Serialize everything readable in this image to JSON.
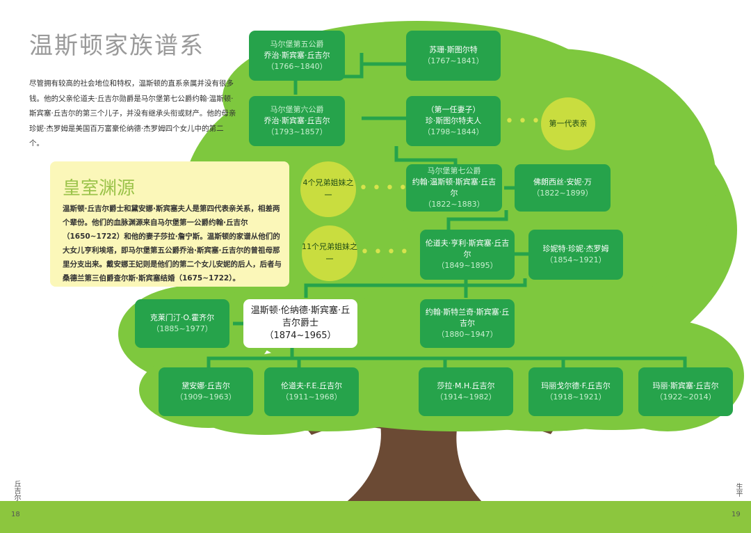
{
  "title": "温斯顿家族谱系",
  "intro": "尽管拥有较高的社会地位和特权，温斯顿的直系亲属并没有很多钱。他的父亲伦道夫·丘吉尔勋爵是马尔堡第七公爵约翰·温斯顿·斯宾塞·丘吉尔的第三个儿子，并没有继承头衔或财产。他的母亲珍妮·杰罗姆是美国百万富豪伦纳德·杰罗姆四个女儿中的第二个。",
  "royal": {
    "title": "皇室渊源",
    "body": "温斯顿·丘吉尔爵士和黛安娜·斯宾塞夫人是第四代表亲关系，相差两个辈份。他们的血脉渊源来自马尔堡第一公爵约翰·丘吉尔（1650~1722）和他的妻子莎拉·詹宁斯。温斯顿的家谱从他们的大女儿亨利埃塔，即马尔堡第五公爵乔治·斯宾塞·丘吉尔的曾祖母那里分支出来。戴安娜王妃则是他们的第二个女儿安妮的后人，后者与桑德兰第三伯爵查尔斯·斯宾塞结婚（1675~1722）。"
  },
  "nodes": {
    "n1": {
      "role": "马尔堡第五公爵",
      "name": "乔治·斯宾塞·丘吉尔",
      "dates": "（1766~1840）"
    },
    "n2": {
      "name": "苏珊·斯图尔特",
      "dates": "（1767~1841）"
    },
    "n3": {
      "role": "马尔堡第六公爵",
      "name": "乔治·斯宾塞·丘吉尔",
      "dates": "（1793~1857）"
    },
    "n4": {
      "role": "（第一任妻子）",
      "name": "珍·斯图尔特夫人",
      "dates": "（1798~1844）"
    },
    "n5": {
      "role": "马尔堡第七公爵",
      "name": "约翰·温斯顿·斯宾塞·丘吉尔",
      "dates": "（1822~1883）"
    },
    "n6": {
      "name": "佛朗西丝·安妮·万",
      "dates": "（1822~1899）"
    },
    "n7": {
      "name": "伦道夫·亨利·斯宾塞·丘吉尔",
      "dates": "（1849~1895）"
    },
    "n8": {
      "name": "珍妮特·珍妮·杰罗姆",
      "dates": "（1854~1921）"
    },
    "n9": {
      "name": "克莱门汀·O.霍齐尔",
      "dates": "（1885~1977）"
    },
    "n10": {
      "name": "温斯顿·伦纳德·斯宾塞·丘吉尔爵士",
      "dates": "（1874~1965）"
    },
    "n11": {
      "name": "约翰·斯特兰奇·斯宾塞·丘吉尔",
      "dates": "（1880~1947）"
    },
    "c1": {
      "name": "黛安娜·丘吉尔",
      "dates": "（1909~1963）"
    },
    "c2": {
      "name": "伦道夫·F.E.丘吉尔",
      "dates": "（1911~1968）"
    },
    "c3": {
      "name": "莎拉·M.H.丘吉尔",
      "dates": "（1914~1982）"
    },
    "c4": {
      "name": "玛丽戈尔德·F.丘吉尔",
      "dates": "（1918~1921）"
    },
    "c5": {
      "name": "玛丽·斯宾塞·丘吉尔",
      "dates": "（1922~2014）"
    }
  },
  "circles": {
    "gen1": "第一代表亲",
    "sib4": "4个兄弟姐妹之一",
    "sib11": "11个兄弟姐妹之一"
  },
  "page": {
    "left_num": "18",
    "right_num": "19",
    "left_side": "丘吉尔",
    "right_side": "生平"
  },
  "colors": {
    "tree_green": "#7ec83e",
    "node_green": "#26a34b",
    "circle_lime": "#c9dd3f",
    "trunk": "#6b4a34",
    "box_yellow": "#fbf7b9"
  }
}
